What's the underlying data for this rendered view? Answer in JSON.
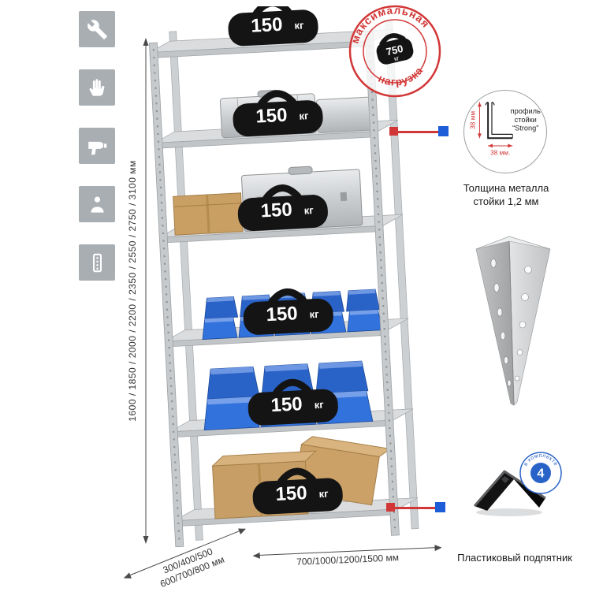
{
  "sidebar_icons": [
    {
      "name": "wrench-icon"
    },
    {
      "name": "glove-icon"
    },
    {
      "name": "drill-icon"
    },
    {
      "name": "person-icon"
    },
    {
      "name": "perforated-post-icon"
    }
  ],
  "rack": {
    "shelves": [
      {
        "value": "150",
        "unit": "кг"
      },
      {
        "value": "150",
        "unit": "кг"
      },
      {
        "value": "150",
        "unit": "кг"
      },
      {
        "value": "150",
        "unit": "кг"
      },
      {
        "value": "150",
        "unit": "кг"
      },
      {
        "value": "150",
        "unit": "кг"
      }
    ]
  },
  "max_load_stamp": {
    "top_text": "максимальная",
    "bottom_text": "нагрузка",
    "value": "750",
    "unit": "кг"
  },
  "dimensions": {
    "height": "1600 / 1850 / 2000 / 2200 / 2350 / 2550 / 2750 / 3100 мм",
    "depth_line1": "300/400/500",
    "depth_line2": "600/700/800 мм",
    "width": "700/1000/1200/1500 мм"
  },
  "profile_detail": {
    "label_line1": "профиль",
    "label_line2": "стойки",
    "label_line3": "“Strong”",
    "dim_vertical": "38 мм",
    "dim_horizontal": "38 мм.",
    "caption": "Толщина металла стойки 1,2 мм"
  },
  "foot_detail": {
    "badge_value": "4",
    "badge_text": "в комплекте",
    "caption": "Пластиковый подпятник"
  },
  "colors": {
    "accent_red": "#d23737",
    "accent_blue": "#2a63c8",
    "icon_gray": "#a9aeb3",
    "metal_gray": "#c7cacc",
    "bin_blue": "#3172dd"
  }
}
